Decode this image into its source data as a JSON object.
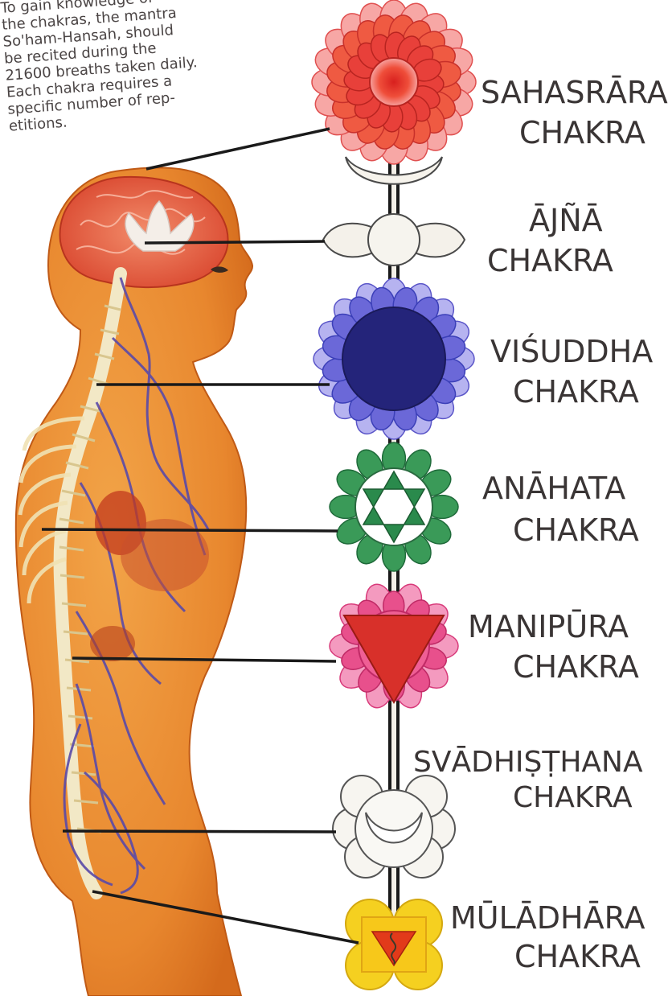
{
  "intro_text": [
    "To gain knowledge of",
    "the chakras, the mantra",
    "So'ham-Hansah, should",
    "be recited during the",
    "21600 breaths taken daily.",
    "Each chakra requires a",
    "specific number of rep-",
    "etitions."
  ],
  "chakras": [
    {
      "name": "SAHASRĀRA",
      "suffix": "CHAKRA",
      "color": "#e8403a"
    },
    {
      "name": "ĀJÑĀ",
      "suffix": "CHAKRA",
      "color": "#f4f1ea"
    },
    {
      "name": "VIŚUDDHA",
      "suffix": "CHAKRA",
      "color": "#2a2a8c"
    },
    {
      "name": "ANĀHATA",
      "suffix": "CHAKRA",
      "color": "#2f8a4a"
    },
    {
      "name": "MANIPŪRA",
      "suffix": "CHAKRA",
      "color": "#e0508a"
    },
    {
      "name": "SVĀDHIṢṬHANA",
      "suffix": "CHAKRA",
      "color": "#f7f5f0"
    },
    {
      "name": "MŪLĀDHĀRA",
      "suffix": "CHAKRA",
      "color": "#f5d020"
    }
  ],
  "colors": {
    "body_skin": "#e8872e",
    "spine": "#f0e6c8",
    "nerves": "#5a4aa8",
    "brain": "#e05a3a",
    "connector": "#1a1a1a",
    "text": "#3a3535"
  }
}
